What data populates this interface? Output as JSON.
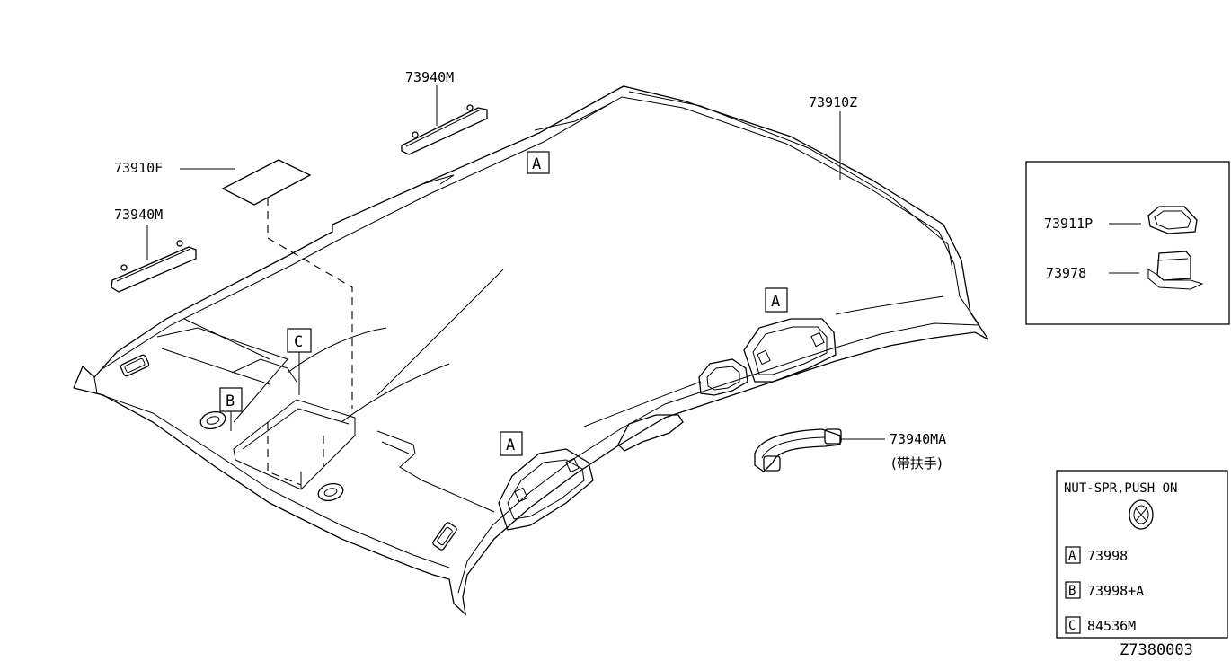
{
  "parts": {
    "headlining": "73910Z",
    "sunvisor_plate": "73910F",
    "assist_grip_rear": "73940M",
    "assist_grip_front": "73940M",
    "assist_grip_hook": "73940MA",
    "assist_grip_hook_note": "(带扶手)"
  },
  "callouts": {
    "a": "A",
    "b": "B",
    "c": "C"
  },
  "inset_parts": {
    "item1": "73911P",
    "item2": "73978"
  },
  "legend": {
    "title": "NUT-SPR,PUSH ON",
    "rows": [
      {
        "key": "A",
        "part": "73998"
      },
      {
        "key": "B",
        "part": "73998+A"
      },
      {
        "key": "C",
        "part": "84536M"
      }
    ]
  },
  "diagram_code": "Z7380003"
}
